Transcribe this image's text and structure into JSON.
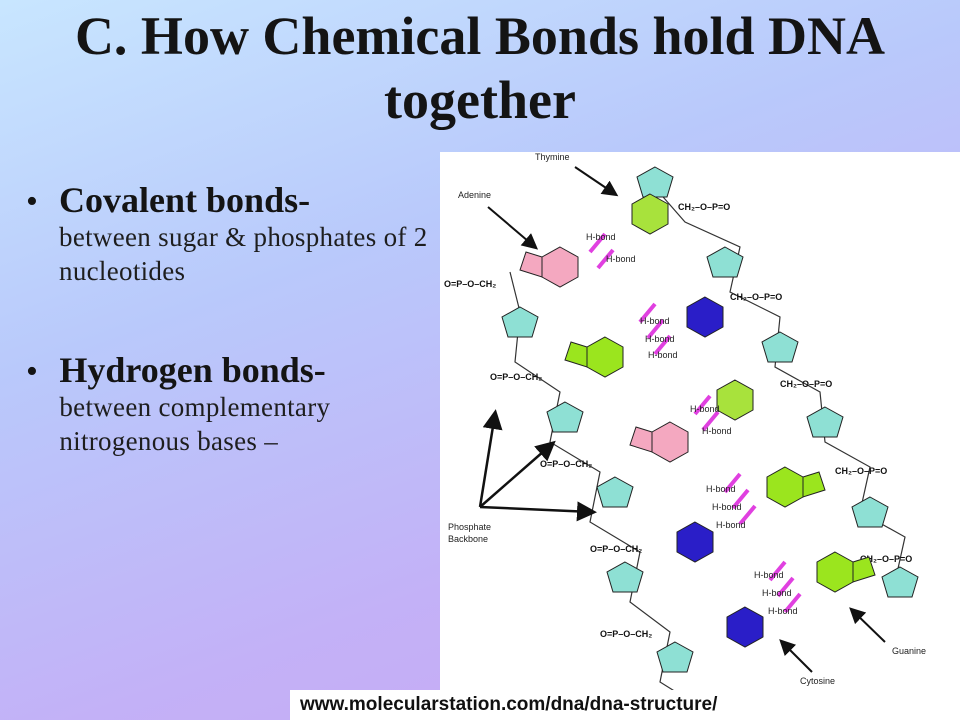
{
  "title": "C.  How Chemical Bonds hold DNA together",
  "bullets": [
    {
      "head": "Covalent bonds-",
      "desc": "between sugar & phosphates of 2 nucleotides"
    },
    {
      "head": "Hydrogen bonds-",
      "desc": "between complementary nitrogenous bases –"
    }
  ],
  "figure": {
    "labels": {
      "thymine": "Thymine",
      "adenine": "Adenine",
      "phosphate_backbone_1": "Phosphate",
      "phosphate_backbone_2": "Backbone",
      "guanine": "Guanine",
      "cytosine": "Cytosine",
      "hbond": "H-bond"
    },
    "colors": {
      "thymine": "#a8e23c",
      "adenine": "#f4a8c0",
      "guanine": "#9be51e",
      "cytosine": "#2a1ec8",
      "sugar": "#8ee0d4",
      "hbond": "#e040e0"
    }
  },
  "source": "www.molecularstation.com/dna/dna-structure/"
}
